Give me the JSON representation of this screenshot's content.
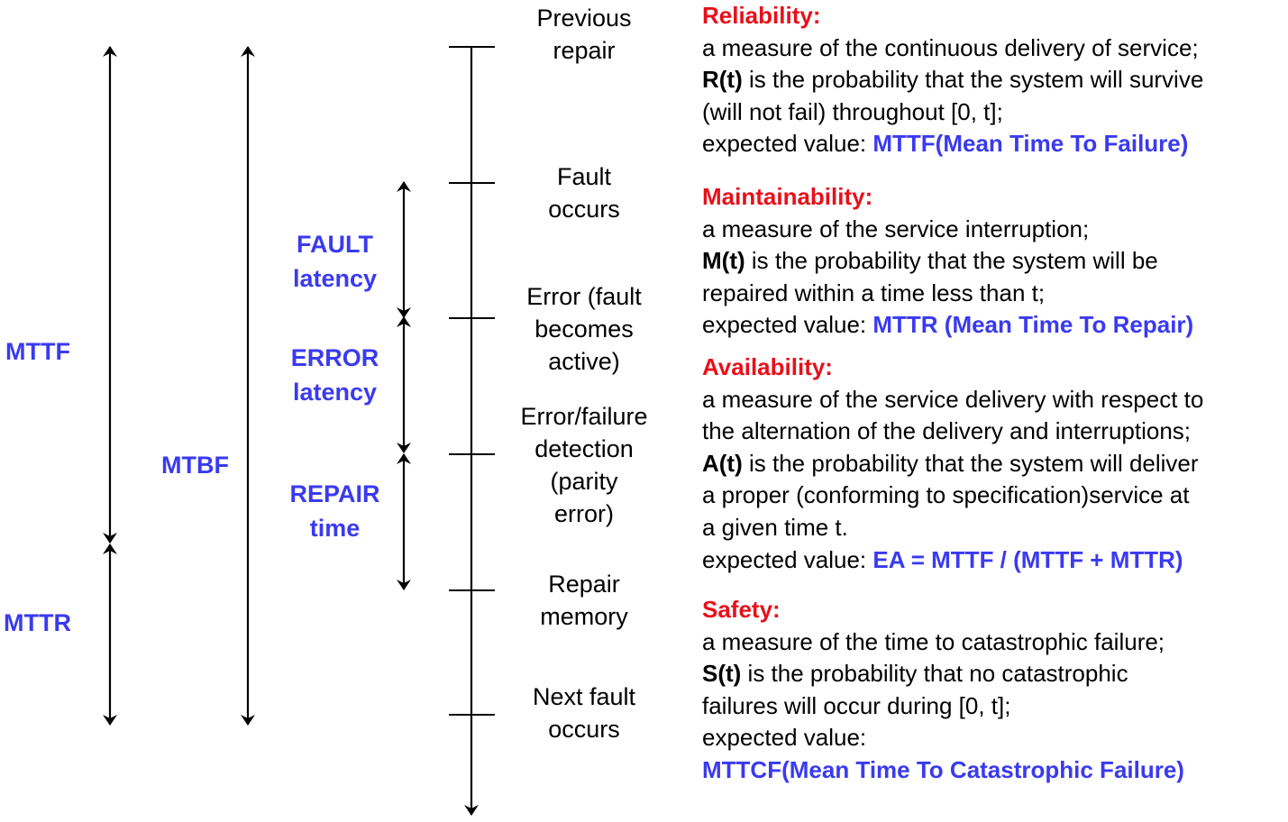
{
  "colors": {
    "accent_blue": "#3a3af0",
    "heading_red": "#e8101a",
    "line": "#000000"
  },
  "labels": {
    "mttf": "MTTF",
    "mttr": "MTTR",
    "mtbf": "MTBF",
    "fault_latency_1": "FAULT",
    "fault_latency_2": "latency",
    "error_latency_1": "ERROR",
    "error_latency_2": "latency",
    "repair_time_1": "REPAIR",
    "repair_time_2": "time"
  },
  "events": [
    {
      "line1": "Previous",
      "line2": "repair"
    },
    {
      "line1": "Fault",
      "line2": "occurs"
    },
    {
      "line1": "Error (fault",
      "line2": "becomes",
      "line3": "active)"
    },
    {
      "line1": "Error/failure",
      "line2": "detection",
      "line3": "(parity",
      "line4": "error)"
    },
    {
      "line1": "Repair",
      "line2": "memory"
    },
    {
      "line1": "Next fault",
      "line2": "occurs"
    }
  ],
  "definitions": {
    "reliability": {
      "heading": "Reliability:",
      "line1": "a measure of the continuous delivery of service;",
      "fn": "R(t)",
      "line2_rest": " is the probability that the system will survive",
      "line3": "(will not fail) throughout [0, t];",
      "ev_label": "expected value: ",
      "ev_value": "MTTF(Mean Time To Failure)"
    },
    "maintainability": {
      "heading": "Maintainability:",
      "line1": "a measure of the service interruption;",
      "fn": "M(t)",
      "line2_rest": " is the probability that the system will be",
      "line3": "repaired within a time less than t;",
      "ev_label": "expected value: ",
      "ev_value": "MTTR (Mean Time To Repair)"
    },
    "availability": {
      "heading": "Availability:",
      "line1": "a measure of the service delivery with respect to",
      "line2": "the alternation of the delivery and interruptions;",
      "fn": "A(t)",
      "line3_rest": " is the probability that the system will deliver",
      "line4": "a proper (conforming to specification)service at",
      "line5": "a given time t.",
      "ev_label": "expected value: ",
      "ev_value": "EA = MTTF / (MTTF + MTTR)"
    },
    "safety": {
      "heading": "Safety:",
      "line1": "a measure of the time to catastrophic failure;",
      "fn": "S(t)",
      "line2_rest": " is the probability that no catastrophic",
      "line3": "failures will occur during [0, t];",
      "ev_label": "expected value:",
      "ev_value": "MTTCF(Mean Time To Catastrophic Failure)"
    }
  }
}
